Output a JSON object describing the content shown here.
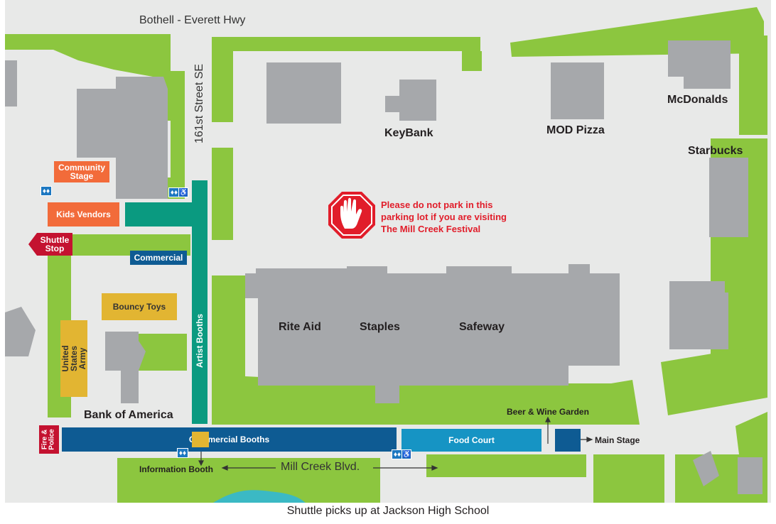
{
  "streets": {
    "hwy": "Bothell - Everett Hwy",
    "st161": "161st Street SE",
    "blvd": "Mill Creek Blvd."
  },
  "buildings": {
    "keybank": "KeyBank",
    "mod_pizza": "MOD Pizza",
    "mcdonalds": "McDonalds",
    "starbucks": "Starbucks",
    "rite_aid": "Rite Aid",
    "staples": "Staples",
    "safeway": "Safeway",
    "bank_of_america": "Bank of America"
  },
  "venues": {
    "community_stage": "Community Stage",
    "kids_vendors": "Kids Vendors",
    "shuttle_stop": "Shuttle Stop",
    "commercial": "Commercial",
    "bouncy_toys": "Bouncy Toys",
    "us_army": "United States Army",
    "artist_booths": "Artist Booths",
    "commercial_booths": "Commercial Booths",
    "food_court": "Food Court",
    "fire_police": "Fire & Police",
    "beer_wine": "Beer & Wine Garden",
    "main_stage": "Main Stage",
    "info_booth": "Information Booth"
  },
  "notice": {
    "line1": "Please do not park in this",
    "line2": "parking lot if you are visiting",
    "line3": "The Mill Creek Festival"
  },
  "caption": "Shuttle picks up at Jackson High School",
  "colors": {
    "grass": "#8cc63f",
    "pavement": "#e8e9e8",
    "building": "#a6a8ab",
    "orange": "#f26b3a",
    "yellow": "#e2b532",
    "navy": "#0e5b93",
    "teal": "#0a9a80",
    "stop_red": "#e11d2a"
  },
  "icons": {
    "restroom": "restroom-icon",
    "accessible": "accessible-icon",
    "stop": "stop-hand-icon"
  }
}
